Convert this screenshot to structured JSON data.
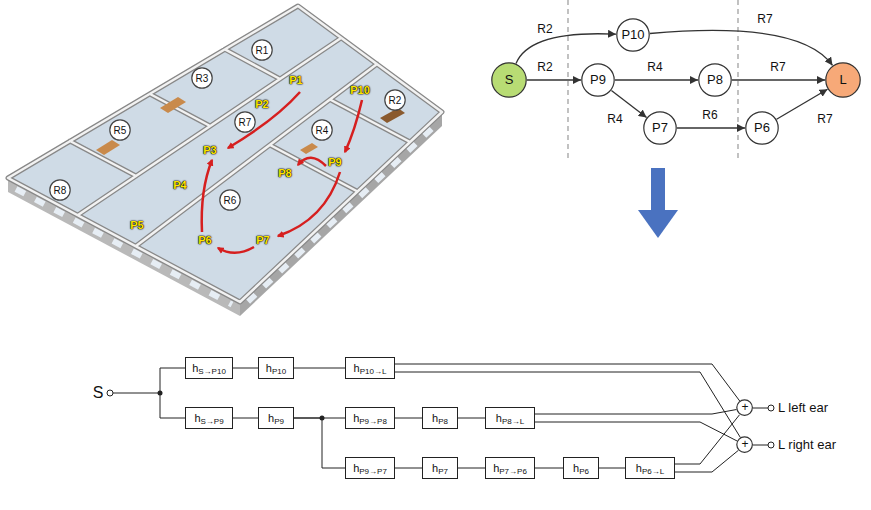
{
  "diagram": {
    "nodes": [
      {
        "text": [
          "R1"
        ]
      },
      {
        "text": [
          "R3"
        ]
      },
      {
        "text": [
          "R2"
        ]
      },
      {
        "text": [
          "R5"
        ]
      },
      {
        "text": [
          "R4"
        ]
      },
      {
        "text": [
          "R7"
        ]
      },
      {
        "text": [
          "R8"
        ]
      },
      {
        "text": [
          "R6"
        ]
      },
      {
        "text": [
          "S"
        ]
      },
      {
        "text": [
          "P10"
        ]
      },
      {
        "text": [
          "P9"
        ]
      },
      {
        "text": [
          "P8"
        ]
      },
      {
        "text": [
          "L"
        ]
      },
      {
        "text": [
          "P7"
        ]
      },
      {
        "text": [
          "P6"
        ]
      },
      {
        "text": [
          "hS→P10"
        ]
      },
      {
        "text": [
          "hP10"
        ]
      },
      {
        "text": [
          "hP10→L"
        ]
      },
      {
        "text": [
          "hS→P9"
        ]
      },
      {
        "text": [
          "hP9"
        ]
      },
      {
        "text": [
          "hP9→P8"
        ]
      },
      {
        "text": [
          "hP8"
        ]
      },
      {
        "text": [
          "hP8→L"
        ]
      },
      {
        "text": [
          "hP9→P7"
        ]
      },
      {
        "text": [
          "hP7"
        ]
      },
      {
        "text": [
          "hP7→P6"
        ]
      },
      {
        "text": [
          "hP6"
        ]
      },
      {
        "text": [
          "hP6→L"
        ]
      },
      {
        "text": [
          "+"
        ]
      },
      {
        "text": [
          "+"
        ]
      }
    ],
    "edges": [
      {
        "from": 8,
        "to": 9,
        "arrow": "to",
        "label": "R2"
      },
      {
        "from": 8,
        "to": 10,
        "arrow": "to",
        "label": "R2"
      },
      {
        "from": 9,
        "to": 12,
        "arrow": "to",
        "label": "R7"
      },
      {
        "from": 10,
        "to": 11,
        "arrow": "to",
        "label": "R4"
      },
      {
        "from": 10,
        "to": 13,
        "arrow": "to",
        "label": "R4"
      },
      {
        "from": 11,
        "to": 12,
        "arrow": "to",
        "label": "R7"
      },
      {
        "from": 13,
        "to": 14,
        "arrow": "to",
        "label": "R6"
      },
      {
        "from": 14,
        "to": 12,
        "arrow": "to",
        "label": "R7"
      },
      {
        "from": 15,
        "to": 16,
        "arrow": "none"
      },
      {
        "from": 16,
        "to": 17,
        "arrow": "none"
      },
      {
        "from": 18,
        "to": 19,
        "arrow": "none"
      },
      {
        "from": 19,
        "to": 20,
        "arrow": "none"
      },
      {
        "from": 19,
        "to": 23,
        "arrow": "none"
      },
      {
        "from": 20,
        "to": 21,
        "arrow": "none"
      },
      {
        "from": 21,
        "to": 22,
        "arrow": "none"
      },
      {
        "from": 23,
        "to": 24,
        "arrow": "none"
      },
      {
        "from": 24,
        "to": 25,
        "arrow": "none"
      },
      {
        "from": 25,
        "to": 26,
        "arrow": "none"
      },
      {
        "from": 26,
        "to": 27,
        "arrow": "none"
      },
      {
        "from": 17,
        "to": 28,
        "arrow": "none"
      },
      {
        "from": 17,
        "to": 29,
        "arrow": "none"
      },
      {
        "from": 22,
        "to": 28,
        "arrow": "none"
      },
      {
        "from": 22,
        "to": 29,
        "arrow": "none"
      },
      {
        "from": 27,
        "to": 28,
        "arrow": "none"
      },
      {
        "from": 27,
        "to": 29,
        "arrow": "none"
      }
    ],
    "labels": [
      "P1",
      "P2",
      "P3",
      "P4",
      "P5",
      "P6",
      "P7",
      "P8",
      "P9",
      "P10",
      "S",
      "L left ear",
      "L right ear"
    ]
  }
}
